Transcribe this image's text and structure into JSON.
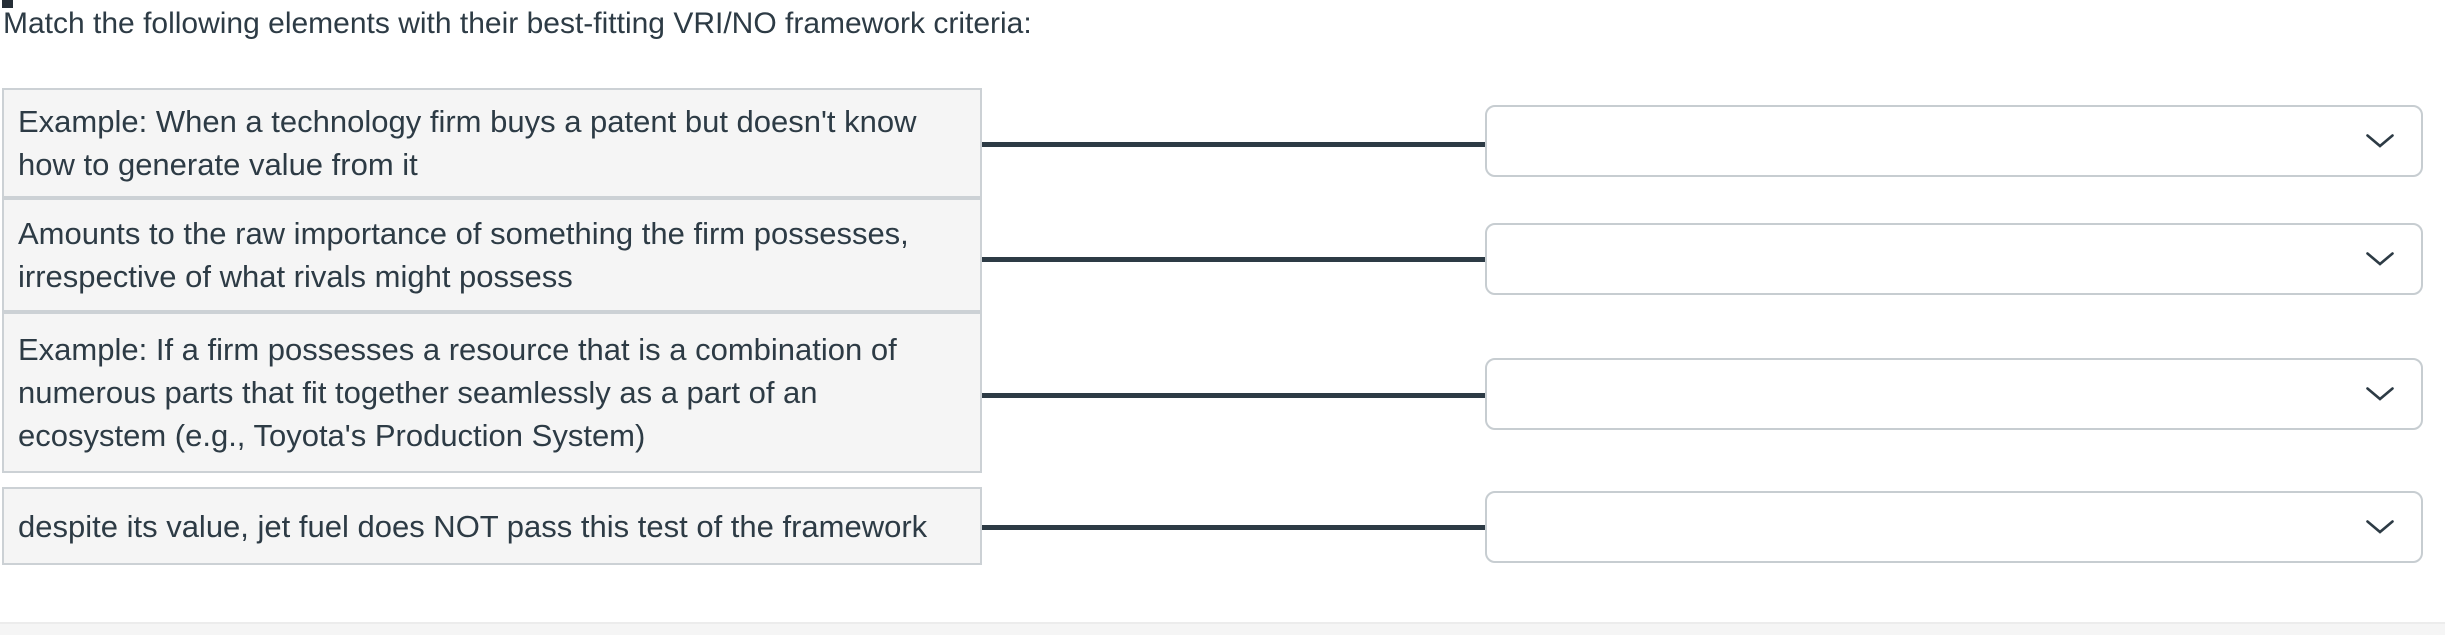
{
  "question": {
    "title": "Match the following elements with their best-fitting VRI/NO framework criteria:"
  },
  "matching": {
    "rows": [
      {
        "prompt": "Example: When a technology firm buys a patent but doesn't know how to generate value from it",
        "selected_value": "",
        "control": "dropdown",
        "icon": "chevron-down-icon"
      },
      {
        "prompt": "Amounts to the raw importance of something the firm possesses, irrespective of what rivals might possess",
        "selected_value": "",
        "control": "dropdown",
        "icon": "chevron-down-icon"
      },
      {
        "prompt": "Example: If a firm possesses a resource that is a combination of numerous parts that fit together seamlessly as a part of an ecosystem (e.g., Toyota's Production System)",
        "selected_value": "",
        "control": "dropdown",
        "icon": "chevron-down-icon"
      },
      {
        "prompt": "despite its value, jet fuel does NOT pass this test of the framework",
        "selected_value": "",
        "control": "dropdown",
        "icon": "chevron-down-icon"
      }
    ]
  },
  "colors": {
    "ink": "#2d3b45",
    "stimulus_background": "#f5f5f5",
    "stimulus_border": "#ccd1d5",
    "dropdown_border": "#c7cdd1",
    "connector_line": "#2d3b45",
    "bottom_band": "#f5f5f5"
  }
}
